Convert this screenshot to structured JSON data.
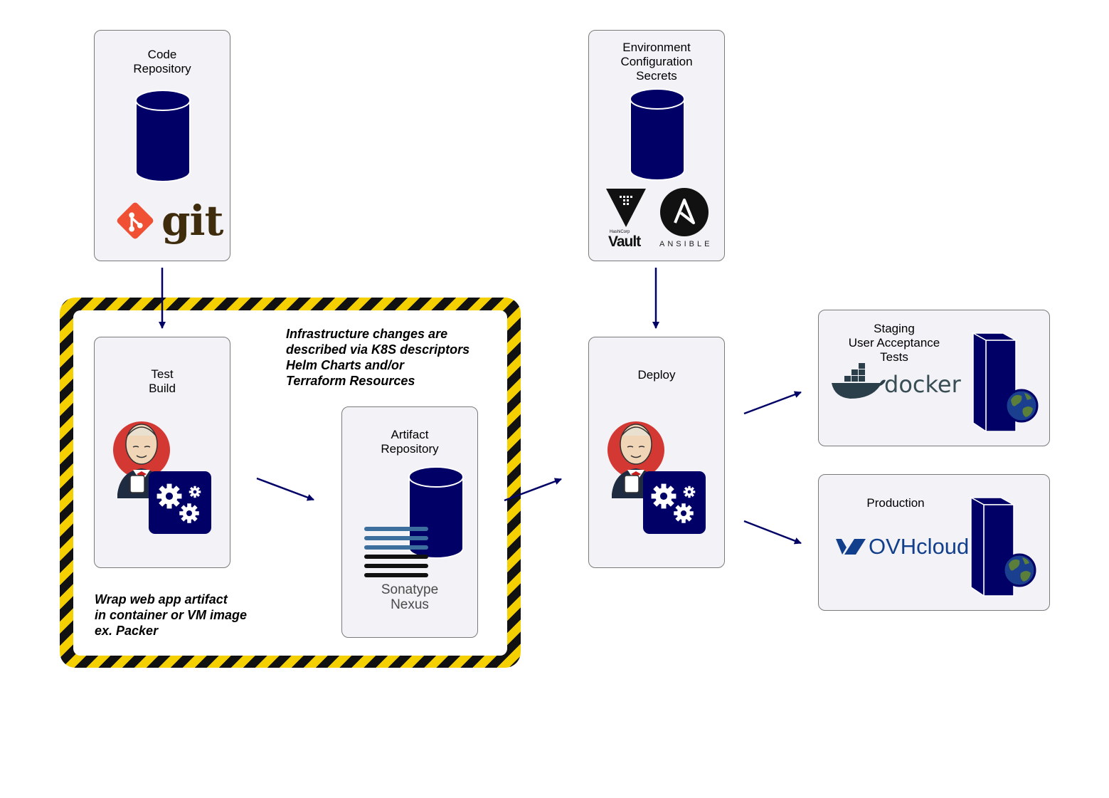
{
  "nodes": {
    "code_repository": "Code\nRepository",
    "env_config": "Environment\nConfiguration\nSecrets",
    "test_build": "Test\nBuild",
    "artifact_repository": "Artifact\nRepository",
    "deploy": "Deploy",
    "staging": "Staging\nUser Acceptance\nTests",
    "production": "Production"
  },
  "notes": {
    "infrastructure": "Infrastructure changes are\ndescribed via K8S descriptors\nHelm Charts and/or\nTerraform Resources",
    "wrap": "Wrap web app artifact\nin container or VM image\nex. Packer"
  },
  "logos": {
    "git": "git",
    "vault_brand": "HashiCorp",
    "vault": "Vault",
    "ansible": "ANSIBLE",
    "nexus": "Sonatype\nNexus",
    "docker": "docker",
    "ovh": "OVHcloud"
  },
  "icons": [
    "database-icon",
    "git-logo-icon",
    "jenkins-icon",
    "gears-icon",
    "server-icon",
    "globe-icon",
    "docker-whale-icon",
    "ovh-logo-icon",
    "vault-logo-icon",
    "ansible-logo-icon"
  ],
  "colors": {
    "navy": "#000066",
    "node_fill": "#f2f2f7",
    "hazard_yellow": "#f5d000",
    "hazard_black": "#111111",
    "git_orange": "#f05033"
  }
}
